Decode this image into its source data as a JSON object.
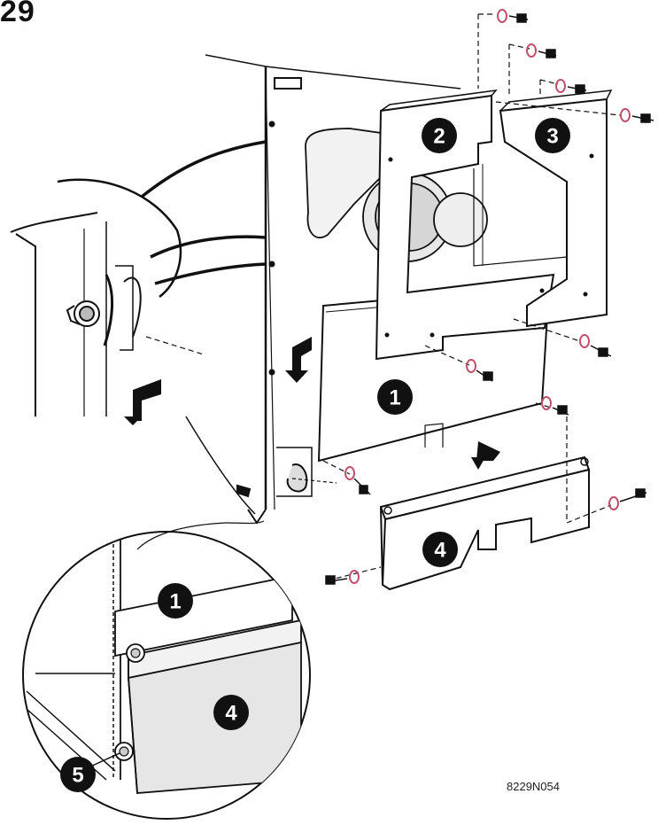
{
  "figure": {
    "number": "29"
  },
  "part_code": "8229N054",
  "callouts": [
    {
      "id": "1",
      "label": "1"
    },
    {
      "id": "2",
      "label": "2"
    },
    {
      "id": "3",
      "label": "3"
    },
    {
      "id": "4",
      "label": "4"
    },
    {
      "id": "1-detail",
      "label": "1"
    },
    {
      "id": "4-detail",
      "label": "4"
    },
    {
      "id": "5",
      "label": "5"
    }
  ],
  "colors": {
    "panel_fill": "#e6e6e6",
    "line": "#111111",
    "washer": "#c0506a",
    "callout": "#111111"
  }
}
